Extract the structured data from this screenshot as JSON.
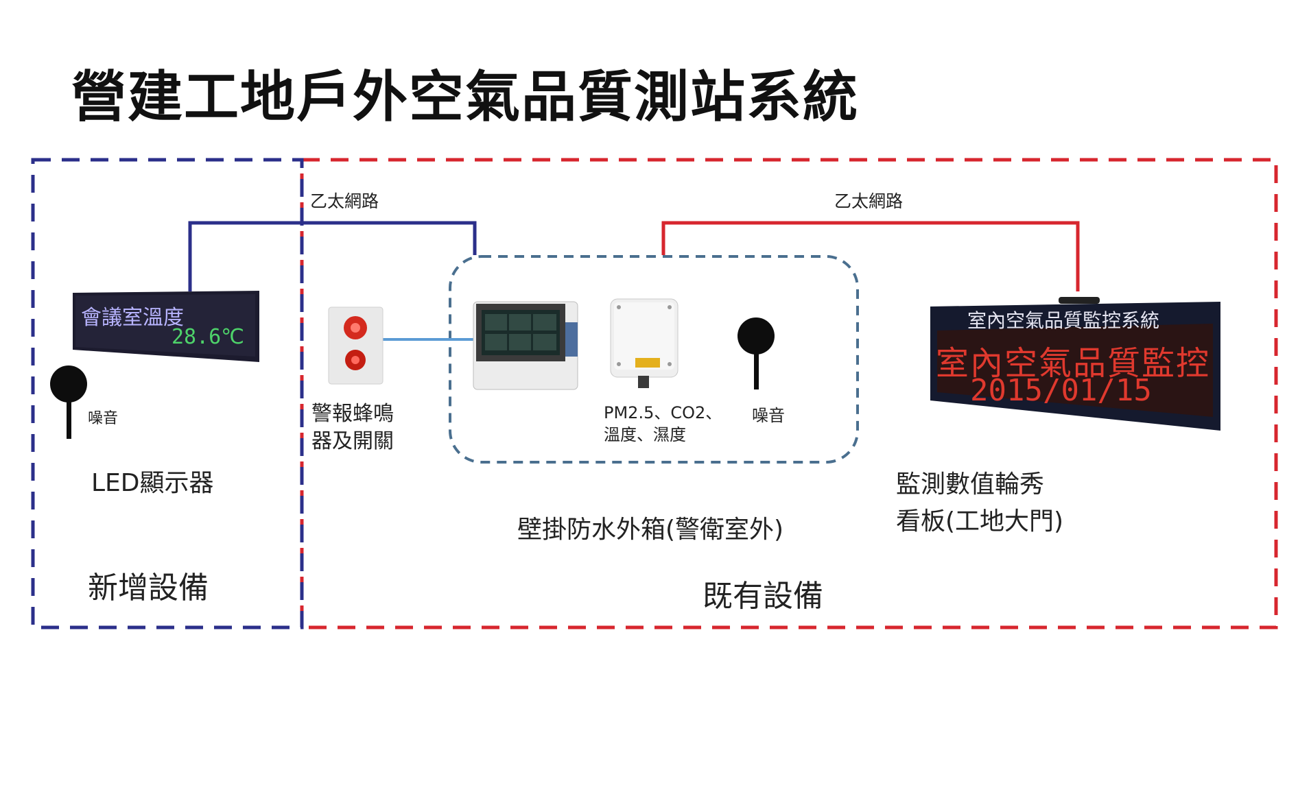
{
  "title": "營建工地戶外空氣品質測站系統",
  "network_label_left": "乙太網路",
  "network_label_right": "乙太網路",
  "groups": {
    "new": {
      "label": "新增設備",
      "color": "#2b2f8a"
    },
    "existing": {
      "label": "既有設備",
      "color": "#d7262e"
    }
  },
  "devices": {
    "led_display": {
      "label": "LED顯示器",
      "screen_line1": "會議室溫度",
      "screen_line2": "28.6℃"
    },
    "noise_left": {
      "label": "噪音",
      "icon": "microphone-icon"
    },
    "alarm": {
      "label_line1": "警報蜂鳴",
      "label_line2": "器及開關"
    },
    "sensor": {
      "label_line1": "PM2.5、CO2、",
      "label_line2": "溫度、濕度"
    },
    "noise_right": {
      "label": "噪音",
      "icon": "microphone-icon"
    },
    "enclosure": {
      "label": "壁掛防水外箱(警衛室外)"
    },
    "billboard": {
      "label_line1": "監測數值輪秀",
      "label_line2": "看板(工地大門)",
      "screen_header": "室內空氣品質監控系統",
      "screen_line1": "室內空氣品質監控",
      "screen_line2": "2015/01/15"
    }
  },
  "colors": {
    "blue_line": "#2b2f8a",
    "red_line": "#d7262e",
    "enclosure_border": "#4a6f8f",
    "link_light_blue": "#5b9bd5"
  }
}
